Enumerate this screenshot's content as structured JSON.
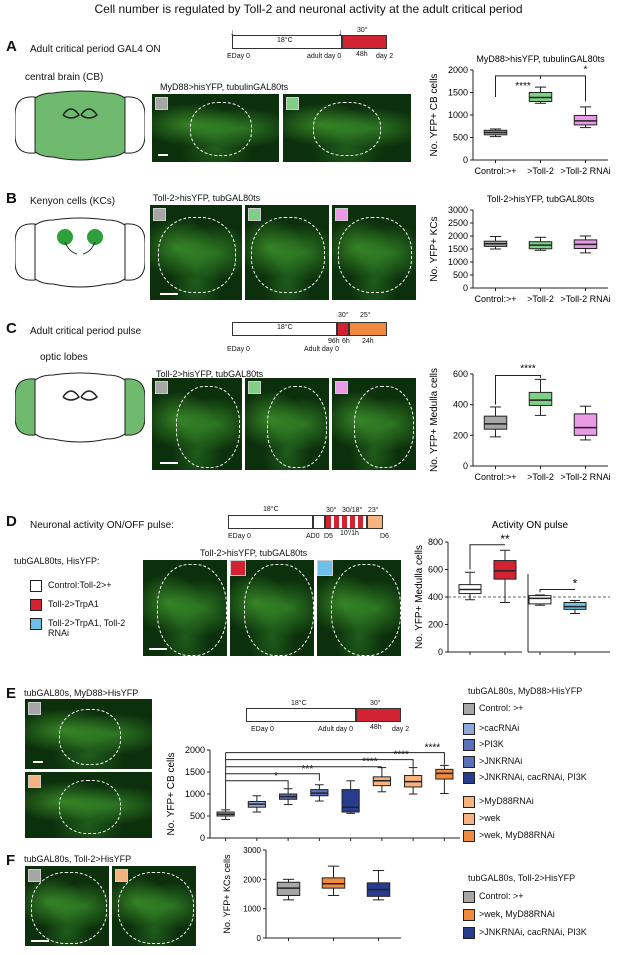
{
  "title": "Cell number is regulated by Toll-2 and neuronal activity at the adult critical period",
  "colors": {
    "gray": "#a6a6a6",
    "green": "#7fcf86",
    "pink": "#e99ae4",
    "red": "#d32231",
    "blue": "#6ec0ea",
    "orange": "#f08a3e",
    "lightorange": "#f6b27f",
    "lightblue": "#8fa7d9",
    "midblue": "#5a70b8",
    "darkblue": "#283c8e",
    "green_brain": "#6fba6f"
  },
  "panelA": {
    "letter": "A",
    "heading": "Adult critical period GAL4 ON",
    "brain_label": "central brain (CB)",
    "micro_label": "MyD88>hisYFP, tubulinGAL80ts",
    "timeline": {
      "temp1": "18°C",
      "temp2": "30°",
      "eday": "EDay 0",
      "adult": "adult day 0",
      "h48": "48h",
      "day2": "day 2"
    },
    "chart_title": "MyD88>hisYFP, tubulinGAL80ts"
  },
  "panelB": {
    "letter": "B",
    "brain_label": "Kenyon cells (KCs)",
    "micro_label": "Toll-2>hisYFP, tubGAL80ts",
    "chart_title": "Toll-2>hisYFP, tubGAL80ts"
  },
  "panelC": {
    "letter": "C",
    "heading": "Adult critical period pulse",
    "brain_label": "optic lobes",
    "micro_label": "Toll-2>hisYFP, tubGAL80ts",
    "timeline": {
      "temp1": "18°C",
      "temp2": "30°",
      "temp3": "25°",
      "eday": "EDay 0",
      "adult": "Adult day 0",
      "h96": "96h",
      "h6": "6h",
      "h24": "24h"
    }
  },
  "panelD": {
    "letter": "D",
    "heading": "Neuronal activity ON/OFF pulse:",
    "genotype": "tubGAL80ts, HisYFP:",
    "micro_label": "Toll-2>hisYFP, tubGAL80ts",
    "timeline": {
      "temp1": "18°C",
      "t30": "30°",
      "t3018": "30/18°",
      "t23": "23°",
      "eday": "EDay 0",
      "ad0": "AD0",
      "d5": "D5",
      "d6": "D6",
      "cycle": "10'/1h"
    },
    "legend": [
      "Control:Toll-2>+",
      "Toll-2>TrpA1",
      "Toll-2>TrpA1, Toll-2 RNAi"
    ],
    "chart_title": "Activity ON pulse"
  },
  "panelE": {
    "letter": "E",
    "genotype": "tubGAL80s, MyD88>HisYFP",
    "timeline": {
      "temp1": "18°C",
      "temp2": "30°",
      "eday": "EDay 0",
      "adult": "Adult day 0",
      "h48": "48h",
      "day2": "day 2"
    },
    "legend": [
      "Control: >+",
      ">cacRNAi",
      ">PI3K",
      ">JNKRNAi",
      ">JNKRNAi, cacRNAi, PI3K",
      ">MyD88RNAi",
      ">wek",
      ">wek, MyD88RNAi"
    ]
  },
  "panelF": {
    "letter": "F",
    "genotype": "tubGAL80s, Toll-2>HisYFP",
    "legend_title": "tubGAL80s, Toll-2>HisYFP",
    "legend": [
      "Control: >+",
      ">wek, MyD88RNAi",
      ">JNKRNAi, cacRNAi, PI3K"
    ]
  },
  "chart_data": [
    {
      "type": "box",
      "panel": "A",
      "title": "MyD88>hisYFP, tubulinGAL80ts",
      "ylabel": "No. YFP+ CB cells",
      "ylim": [
        0,
        2000
      ],
      "yticks": [
        0,
        500,
        1000,
        1500,
        2000
      ],
      "categories": [
        "Control:>+",
        ">Toll-2",
        ">Toll-2 RNAi"
      ],
      "boxes": [
        {
          "min": 520,
          "q1": 560,
          "median": 610,
          "q3": 660,
          "max": 690,
          "color": "#a6a6a6"
        },
        {
          "min": 1260,
          "q1": 1300,
          "median": 1390,
          "q3": 1500,
          "max": 1620,
          "color": "#7fcf86"
        },
        {
          "min": 720,
          "q1": 780,
          "median": 870,
          "q3": 990,
          "max": 1180,
          "color": "#e99ae4"
        }
      ],
      "significance": [
        {
          "label": "****"
        },
        {
          "label": "*"
        }
      ]
    },
    {
      "type": "box",
      "panel": "B",
      "title": "Toll-2>hisYFP, tubGAL80ts",
      "ylabel": "No. YFP+ KCs",
      "ylim": [
        0,
        3000
      ],
      "yticks": [
        0,
        500,
        1000,
        1500,
        2000,
        2500,
        3000
      ],
      "categories": [
        "Control:>+",
        ">Toll-2",
        ">Toll-2 RNAi"
      ],
      "boxes": [
        {
          "min": 1500,
          "q1": 1600,
          "median": 1700,
          "q3": 1800,
          "max": 1980,
          "color": "#a6a6a6"
        },
        {
          "min": 1450,
          "q1": 1510,
          "median": 1650,
          "q3": 1780,
          "max": 1950,
          "color": "#7fcf86"
        },
        {
          "min": 1350,
          "q1": 1520,
          "median": 1680,
          "q3": 1850,
          "max": 2000,
          "color": "#e99ae4"
        }
      ]
    },
    {
      "type": "box",
      "panel": "C",
      "ylabel": "No. YFP+ Medulla cells",
      "ylim": [
        0,
        600
      ],
      "yticks": [
        0,
        200,
        400,
        600
      ],
      "categories": [
        "Control:>+",
        ">Toll-2",
        ">Toll-2 RNAi"
      ],
      "boxes": [
        {
          "min": 190,
          "q1": 240,
          "median": 275,
          "q3": 325,
          "max": 385,
          "color": "#a6a6a6"
        },
        {
          "min": 330,
          "q1": 395,
          "median": 430,
          "q3": 480,
          "max": 565,
          "color": "#7fcf86"
        },
        {
          "min": 170,
          "q1": 200,
          "median": 250,
          "q3": 340,
          "max": 390,
          "color": "#e99ae4"
        }
      ],
      "significance": [
        {
          "label": "****"
        }
      ]
    },
    {
      "type": "box",
      "panel": "D",
      "title": "Activity ON pulse",
      "ylabel": "No. YFP+ Medulla cells",
      "ylim": [
        0,
        800
      ],
      "yticks": [
        0,
        200,
        400,
        600,
        800
      ],
      "reference_line": 400,
      "groups": [
        {
          "boxes": [
            {
              "min": 380,
              "q1": 425,
              "median": 455,
              "q3": 490,
              "max": 580,
              "color": "#ffffff"
            },
            {
              "min": 360,
              "q1": 530,
              "median": 590,
              "q3": 665,
              "max": 740,
              "color": "#d32231"
            }
          ],
          "significance": "**"
        },
        {
          "boxes": [
            {
              "min": 340,
              "q1": 350,
              "median": 390,
              "q3": 410,
              "max": 415,
              "color": "#ffffff"
            },
            {
              "min": 280,
              "q1": 310,
              "median": 330,
              "q3": 360,
              "max": 375,
              "color": "#6ec0ea"
            }
          ],
          "significance": "*"
        }
      ]
    },
    {
      "type": "box",
      "panel": "E",
      "ylabel": "No. YFP+ CB cells",
      "ylim": [
        0,
        2000
      ],
      "yticks": [
        0,
        500,
        1000,
        1500,
        2000
      ],
      "boxes": [
        {
          "min": 420,
          "q1": 500,
          "median": 540,
          "q3": 590,
          "max": 640,
          "color": "#a6a6a6"
        },
        {
          "min": 590,
          "q1": 700,
          "median": 770,
          "q3": 830,
          "max": 960,
          "color": "#8fa7d9"
        },
        {
          "min": 760,
          "q1": 880,
          "median": 940,
          "q3": 1000,
          "max": 1120,
          "color": "#5a70b8"
        },
        {
          "min": 840,
          "q1": 960,
          "median": 1020,
          "q3": 1100,
          "max": 1210,
          "color": "#5a70b8"
        },
        {
          "min": 560,
          "q1": 590,
          "median": 700,
          "q3": 1100,
          "max": 1300,
          "color": "#283c8e"
        },
        {
          "min": 1050,
          "q1": 1190,
          "median": 1300,
          "q3": 1390,
          "max": 1600,
          "color": "#f6b27f"
        },
        {
          "min": 1000,
          "q1": 1160,
          "median": 1280,
          "q3": 1420,
          "max": 1600,
          "color": "#f6b27f"
        },
        {
          "min": 1010,
          "q1": 1340,
          "median": 1470,
          "q3": 1560,
          "max": 1650,
          "color": "#f08a3e"
        }
      ],
      "significance": [
        {
          "label": "*"
        },
        {
          "label": "***"
        },
        {
          "label": "****"
        },
        {
          "label": "****"
        },
        {
          "label": "****"
        }
      ]
    },
    {
      "type": "box",
      "panel": "F",
      "ylabel": "No. YFP+ KCs cells",
      "ylim": [
        0,
        3000
      ],
      "yticks": [
        0,
        1000,
        2000,
        3000
      ],
      "boxes": [
        {
          "min": 1300,
          "q1": 1450,
          "median": 1700,
          "q3": 1900,
          "max": 2000,
          "color": "#a6a6a6"
        },
        {
          "min": 1450,
          "q1": 1700,
          "median": 1850,
          "q3": 2050,
          "max": 2450,
          "color": "#f08a3e"
        },
        {
          "min": 1300,
          "q1": 1420,
          "median": 1650,
          "q3": 1880,
          "max": 2300,
          "color": "#283c8e"
        }
      ]
    }
  ]
}
